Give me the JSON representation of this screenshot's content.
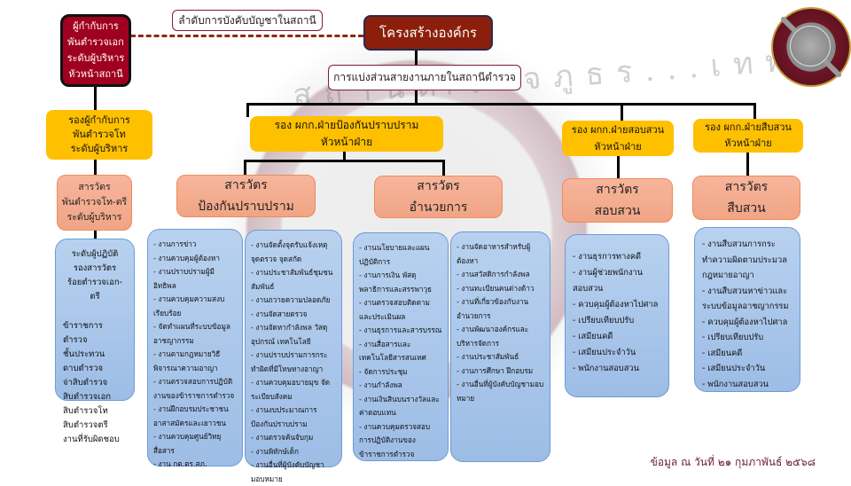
{
  "header": {
    "command_order_label": "ลำดับการบังคับบัญชาในสถานี",
    "org_structure_title": "โครงสร้างองค์กร",
    "division_label": "การแบ่งส่วนสายงานภายในสถานีตำรวจ"
  },
  "watermark": {
    "text": "สถานีตำรวจภูธร...เทพ"
  },
  "logo": {
    "icon": "police-emblem-icon"
  },
  "chief": {
    "lines": [
      "ผู้กำกับการ",
      "พันตำรวจเอก",
      "ระดับผู้บริหาร",
      "หัวหน้าสถานี"
    ]
  },
  "deputy_chief": {
    "lines": [
      "รองผู้กำกับการ",
      "พันตำรวจโท",
      "ระดับผู้บริหาร"
    ]
  },
  "inspector_admin": {
    "lines": [
      "สารวัตร",
      "พันตำรวจโท-ตรี",
      "ระดับผู้บริหาร"
    ]
  },
  "practitioner": {
    "header_lines": [
      "ระดับผู้ปฏิบัติ",
      "รองสารวัตร",
      "ร้อยตำรวจเอก-ตรี"
    ],
    "items": [
      "ข้าราชการตำรวจ",
      "ชั้นประทวน",
      "ดาบตำรวจ",
      "จ่าสิบตำรวจ",
      "สิบตำรวจเอก",
      "สิบตำรวจโท",
      "สิบตำรวจตรี",
      "งานที่รับผิดชอบ"
    ]
  },
  "divisions": [
    {
      "head_lines": [
        "รอง ผกก.ฝ่ายป้องกันปราบปราม",
        "หัวหน้าฝ่าย"
      ],
      "units": [
        {
          "title_lines": [
            "สารวัตร",
            "ป้องกันปราบปราม"
          ],
          "task_columns": [
            [
              "- งานการข่าว",
              "- งานควบคุมผู้ต้องหา",
              "- งานปราบปรามผู้มีอิทธิพล",
              "- งานควบคุมความสงบเรียบร้อย",
              "- จัดทำแผนที่ระบบข้อมูลอาชญากรรม",
              "- งานตามกฎหมายวิธีพิจารณาความอาญา",
              "- งานตรวจสอบการปฏิบัติงานของข้าราชการตำรวจ",
              "- งานฝึกอบรมประชาชนอาสาสมัครและเยาวชน",
              "- งานควบคุมศูนย์วิทยุสื่อสาร",
              "- งาน กต.ตร.สภ."
            ],
            [
              "- งานจัดตั้งจุดรับแจ้งเหตุ จุดตรวจ จุดสกัด",
              "- งานประชาสัมพันธ์ชุมชนสัมพันธ์",
              "- งานถวายความปลอดภัย",
              "- งานจัดสายตรวจ",
              "- งานจัดหากำลังพล วัสดุ อุปกรณ์ เทคโนโลยี",
              "- งานปราบปรามการกระทำผิดที่มีโทษทางอาญา",
              "- งานควบคุมอบายมุข จัดระเบียบสังคม",
              "- งานงบประมาณการป้องกันปราบปราม",
              "- งานตรวจค้นจับกุม",
              "- งานพิทักษ์เด็ก",
              "- งานอื่นที่ผู้บังคับบัญชามอบหมาย"
            ]
          ]
        },
        {
          "title_lines": [
            "สารวัตร",
            "อำนวยการ"
          ],
          "task_columns": [
            [
              "- งานนโยบายและแผนปฏิบัติการ",
              "- งานการเงิน พัสดุ พลาธิการและสรรพาวุธ",
              "- งานตรวจสอบติดตามและประเมินผล",
              "- งานธุรการและสารบรรณ",
              "- งานสื่อสารและเทคโนโลยีสารสนเทศ",
              "- จัดการประชุม",
              "- งานกำลังพล",
              "- งานเงินสินบนรางวัลและค่าตอบแทน",
              "- งานควบคุมตรวจสอบการปฏิบัติงานของข้าราชการตำรวจ"
            ],
            [
              "- งานจัดอาหารสำหรับผู้ต้องหา",
              "- งานสวัสดิการกำลังพล",
              "- งานทะเบียนคนต่างด้าว",
              "- งานที่เกี่ยวข้องกับงานอำนวยการ",
              "- งานพัฒนาองค์กรและบริหารจัดการ",
              "- งานประชาสัมพันธ์",
              "- งานการศึกษา ฝึกอบรม",
              "- งานอื่นที่ผู้บังคับบัญชามอบหมาย"
            ]
          ]
        }
      ]
    },
    {
      "head_lines": [
        "รอง ผกก.ฝ่ายสอบสวน",
        "หัวหน้าฝ่าย"
      ],
      "units": [
        {
          "title_lines": [
            "สารวัตร",
            "สอบสวน"
          ],
          "task_columns": [
            [
              "- งานธุรการทางคดี",
              "- งานผู้ช่วยพนักงานสอบสวน",
              "- ควบคุมผู้ต้องหาไปศาล",
              "- เปรียบเทียบปรับ",
              "- เสมียนคดี",
              "- เสมียนประจำวัน",
              "- พนักงานสอบสวน"
            ]
          ]
        }
      ]
    },
    {
      "head_lines": [
        "รอง ผกก.ฝ่ายสืบสวน",
        "หัวหน้าฝ่าย"
      ],
      "units": [
        {
          "title_lines": [
            "สารวัตร",
            "สืบสวน"
          ],
          "task_columns": [
            [
              "- งานสืบสวนการกระทำความผิดตามประมวลกฎหมายอาญา",
              "- งานสืบสวนหาข่าวและระบบข้อมูลอาชญากรรม",
              "- ควบคุมผู้ต้องหาไปศาล",
              "- เปรียบเทียบปรับ",
              "- เสมียนคดี",
              "- เสมียนประจำวัน",
              "- พนักงานสอบสวน"
            ]
          ]
        }
      ]
    }
  ],
  "footer": {
    "date_text": "ข้อมูล ณ วันที่ ๒๑ กุมภาพันธ์ ๒๕๖๘"
  },
  "colors": {
    "chief_box": "#a0001f",
    "title_box": "#8b1f0c",
    "deputy_box": "#ffc000",
    "inspector_box": "#f4ad90",
    "task_box": "#a9c7eb",
    "dashed_line": "#8b2a1a",
    "date_text": "#6b1a3a"
  }
}
